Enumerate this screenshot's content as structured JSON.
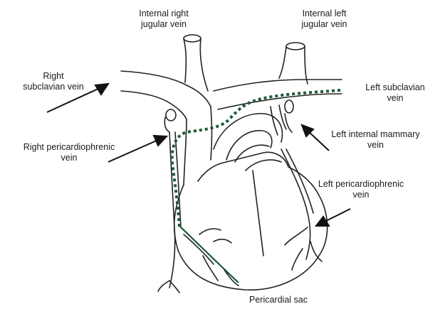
{
  "labels": {
    "internal_right_jugular": [
      "Internal right",
      "jugular vein"
    ],
    "internal_left_jugular": [
      "Internal left",
      "jugular vein"
    ],
    "right_subclavian": [
      "Right",
      "subclavian vein"
    ],
    "left_subclavian": [
      "Left subclavian",
      "vein"
    ],
    "left_internal_mammary": [
      "Left internal mammary",
      "vein"
    ],
    "right_pericardiophrenic": [
      "Right pericardiophrenic",
      "vein"
    ],
    "left_pericardiophrenic": [
      "Left pericardiophrenic",
      "vein"
    ],
    "pericardial_sac": "Pericardial sac"
  },
  "colors": {
    "outline": "#222222",
    "catheter_path": "#1f5a37",
    "ink": "#1a1a1a"
  }
}
